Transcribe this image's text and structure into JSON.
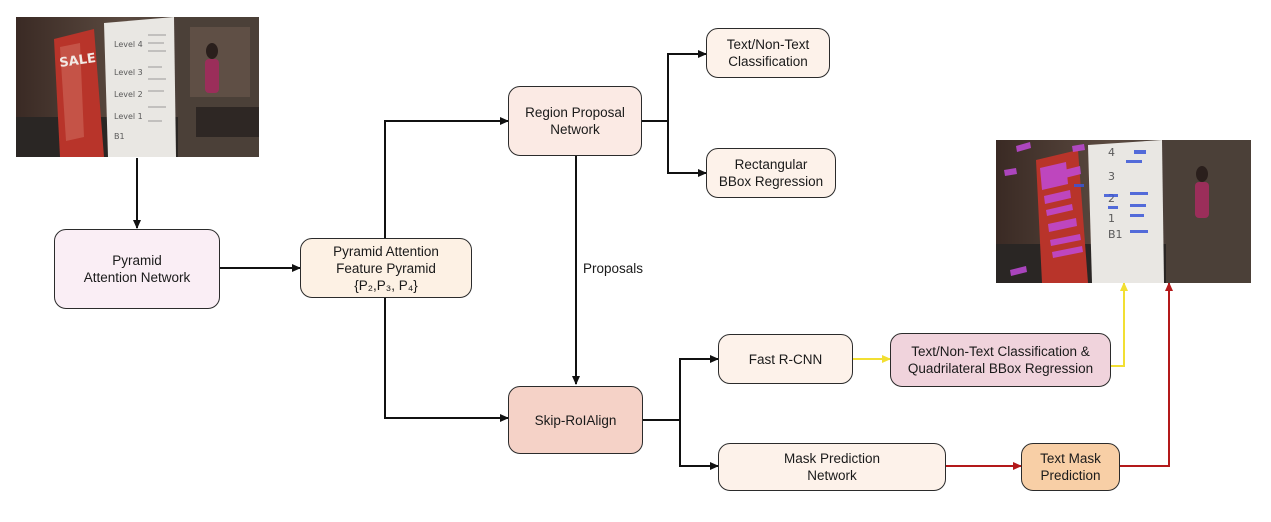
{
  "nodes": {
    "pyramid_attention_network": "Pyramid\nAttention Network",
    "feature_pyramid_title": "Pyramid Attention\nFeature Pyramid",
    "feature_pyramid_levels": "{P₂,P₃, P₄}",
    "region_proposal_network": "Region Proposal\nNetwork",
    "text_nontext_classification": "Text/Non-Text\nClassification",
    "rectangular_bbox_regression": "Rectangular\nBBox Regression",
    "skip_roialign": "Skip-RoIAlign",
    "fast_rcnn": "Fast R-CNN",
    "quad_classification_regression": "Text/Non-Text Classification &\nQuadrilateral BBox Regression",
    "mask_prediction_network": "Mask Prediction\nNetwork",
    "text_mask_prediction": "Text Mask\nPrediction"
  },
  "edge_labels": {
    "proposals": "Proposals"
  },
  "images": {
    "input_photo": {
      "sign_text": [
        "SALE",
        "Level 4",
        "Level 3",
        "Level 2",
        "Level 1",
        "B1"
      ]
    },
    "output_photo": {
      "sign_text": [
        "4",
        "3",
        "2",
        "1",
        "B1"
      ]
    }
  },
  "colors": {
    "pyramid_attention_network_fill": "#faeef5",
    "feature_pyramid_fill": "#fdf1e4",
    "region_proposal_fill": "#fbeae4",
    "light_box_fill": "#fdf2ea",
    "skip_roialign_fill": "#f5d2c7",
    "quad_fill": "#f0d3dc",
    "text_mask_fill": "#f8cfa6",
    "yellow_arrow": "#f2df32",
    "red_arrow": "#b3191a",
    "black_arrow": "#111111"
  }
}
